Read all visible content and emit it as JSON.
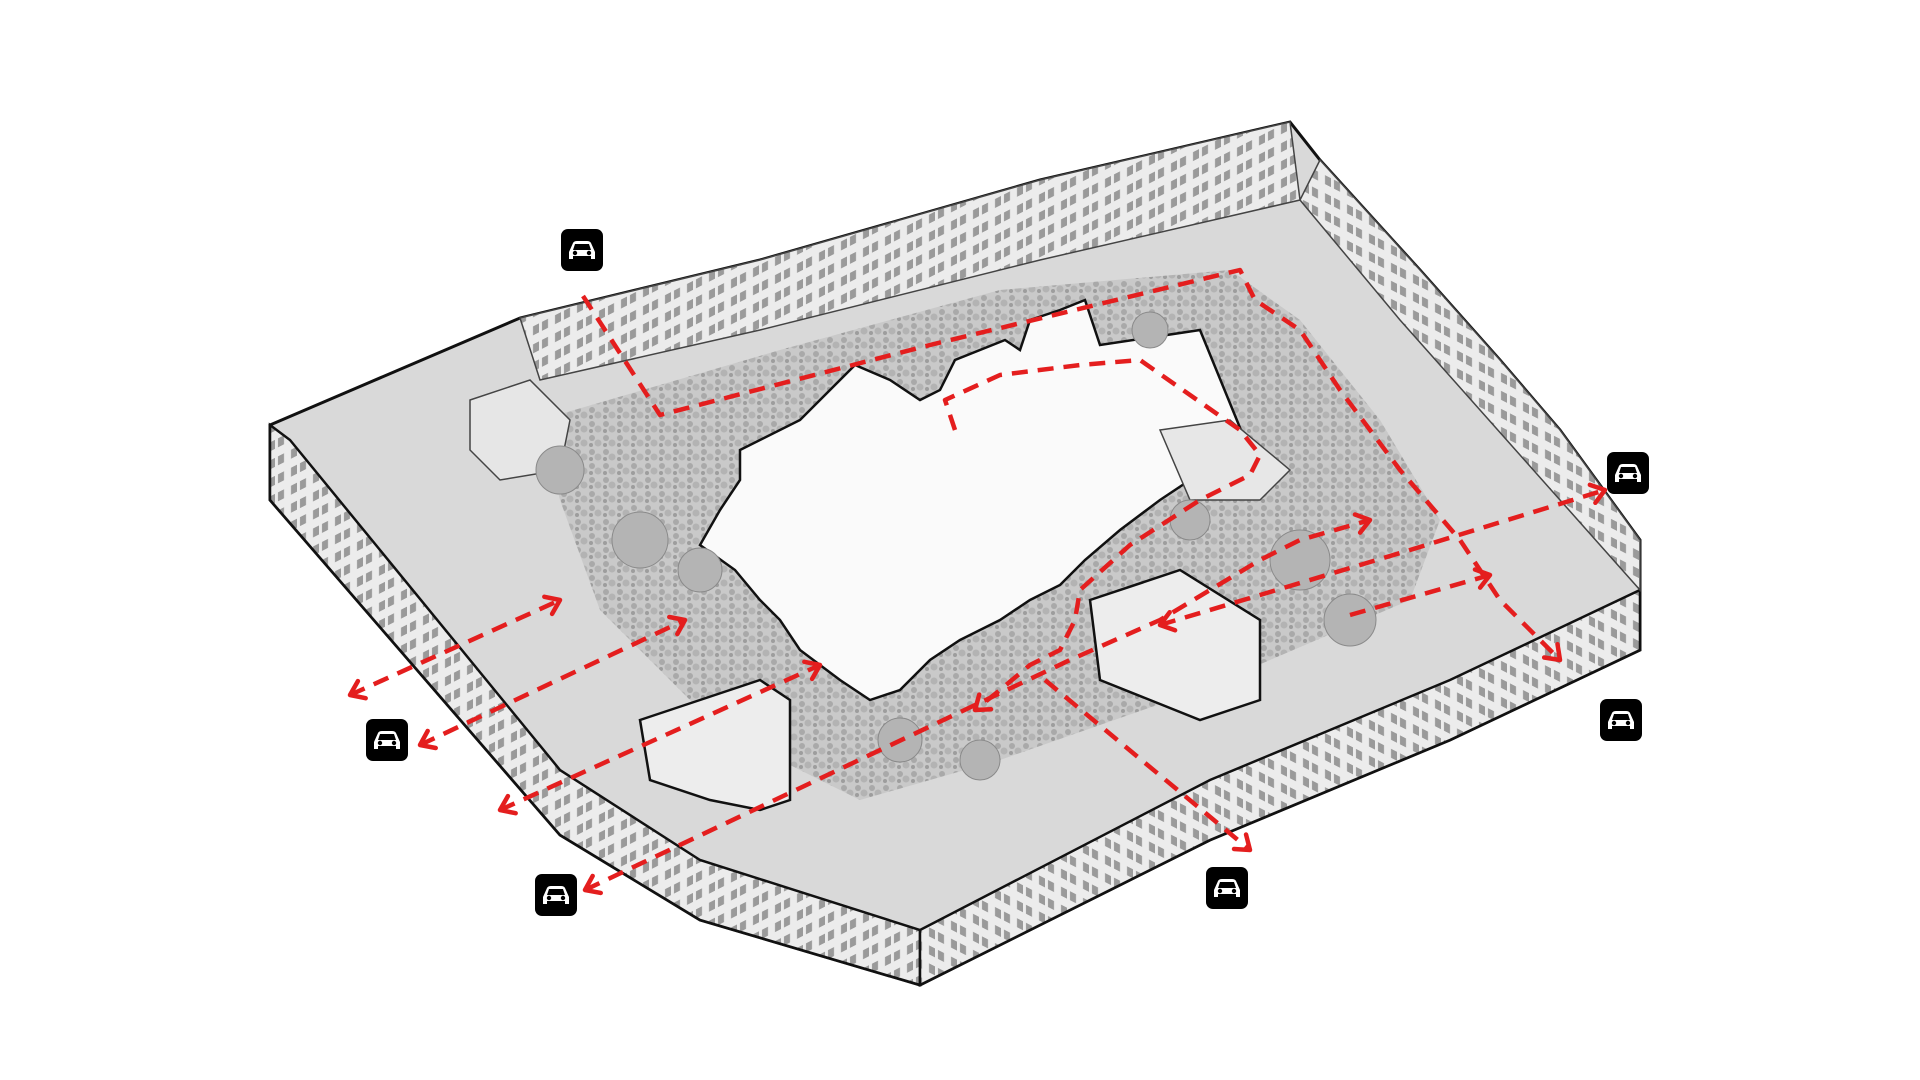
{
  "diagram": {
    "colors": {
      "background": "#ffffff",
      "route": "#e41e1e",
      "outline": "#111111",
      "building_face": "#e9e9e9",
      "building_roof": "#d2d2d2",
      "courtyard": "#f6f6f6",
      "tree": "#b9b9b9",
      "car_badge": "#000000",
      "car_icon": "#ffffff"
    },
    "icons": {
      "car": "car-icon",
      "route_arrow": "dashed-arrow-icon"
    },
    "access_points": [
      {
        "id": "north-west",
        "icon": "car-icon"
      },
      {
        "id": "west",
        "icon": "car-icon"
      },
      {
        "id": "south-west",
        "icon": "car-icon"
      },
      {
        "id": "south",
        "icon": "car-icon"
      },
      {
        "id": "south-east",
        "icon": "car-icon"
      },
      {
        "id": "east",
        "icon": "car-icon"
      }
    ]
  }
}
